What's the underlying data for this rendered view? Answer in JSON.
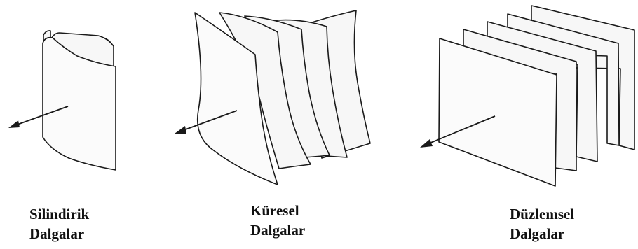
{
  "figures": [
    {
      "id": "cylindrical",
      "label_line1": "Silindirik",
      "label_line2": "Dalgalar"
    },
    {
      "id": "spherical",
      "label_line1": "Küresel",
      "label_line2": "Dalgalar"
    },
    {
      "id": "planar",
      "label_line1": "Düzlemsel",
      "label_line2": "Dalgalar"
    }
  ],
  "colors": {
    "background": "#ffffff",
    "outline": "#1a1a1a",
    "sheet_fill": "#f7f7f7"
  }
}
